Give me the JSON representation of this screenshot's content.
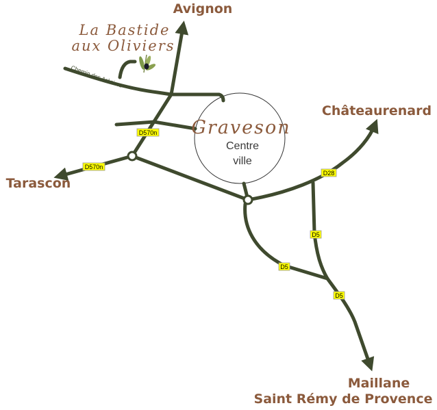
{
  "destinations": {
    "north": "Avignon",
    "east": "Châteaurenard",
    "west": "Tarascon",
    "south_line1": "Maillane",
    "south_line2": "Saint Rémy de Provence"
  },
  "venue": {
    "line1": "La Bastide",
    "line2": "aux Oliviers"
  },
  "town": {
    "name": "Graveson",
    "line1": "Centre",
    "line2": "ville"
  },
  "street": "Chemin des Arèniers",
  "road_labels": {
    "d570n_a": "D570n",
    "d570n_b": "D570n",
    "d28": "D28",
    "d5_a": "D5",
    "d5_b": "D5",
    "d5_c": "D5"
  },
  "colors": {
    "road": "#3f4a2e",
    "label": "#8b5a3c",
    "badge": "#ffff00"
  }
}
